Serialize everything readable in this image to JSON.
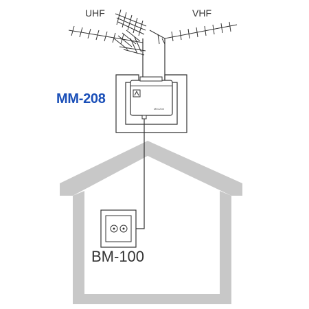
{
  "labels": {
    "uhf": "UHF",
    "vhf": "VHF",
    "amplifier_model": "MM-208",
    "outlet_model": "BM-100",
    "amplifier_plate": "MM-208"
  },
  "icons": {
    "uhf_antenna": "uhf-antenna-icon",
    "vhf_antenna": "vhf-antenna-icon",
    "amplifier": "amplifier-icon",
    "wall_outlet": "tv-outlet-icon"
  },
  "colors": {
    "model_label": "#1a4fb8",
    "house_outline": "#c8c8c8",
    "line": "#333333"
  }
}
